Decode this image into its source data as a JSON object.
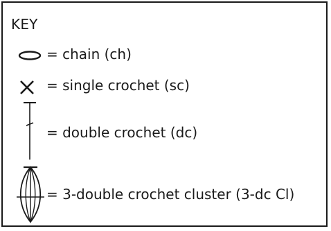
{
  "key": {
    "title": "KEY",
    "items": [
      {
        "icon": "chain-oval-symbol",
        "label": "= chain (ch)"
      },
      {
        "icon": "single-crochet-x-symbol",
        "label": "= single crochet (sc)"
      },
      {
        "icon": "double-crochet-t-symbol",
        "label": "= double crochet (dc)"
      },
      {
        "icon": "three-dc-cluster-symbol",
        "label": "= 3-double crochet cluster (3-dc Cl)"
      }
    ]
  },
  "colors": {
    "ink": "#1a1a1a",
    "background": "#ffffff"
  }
}
